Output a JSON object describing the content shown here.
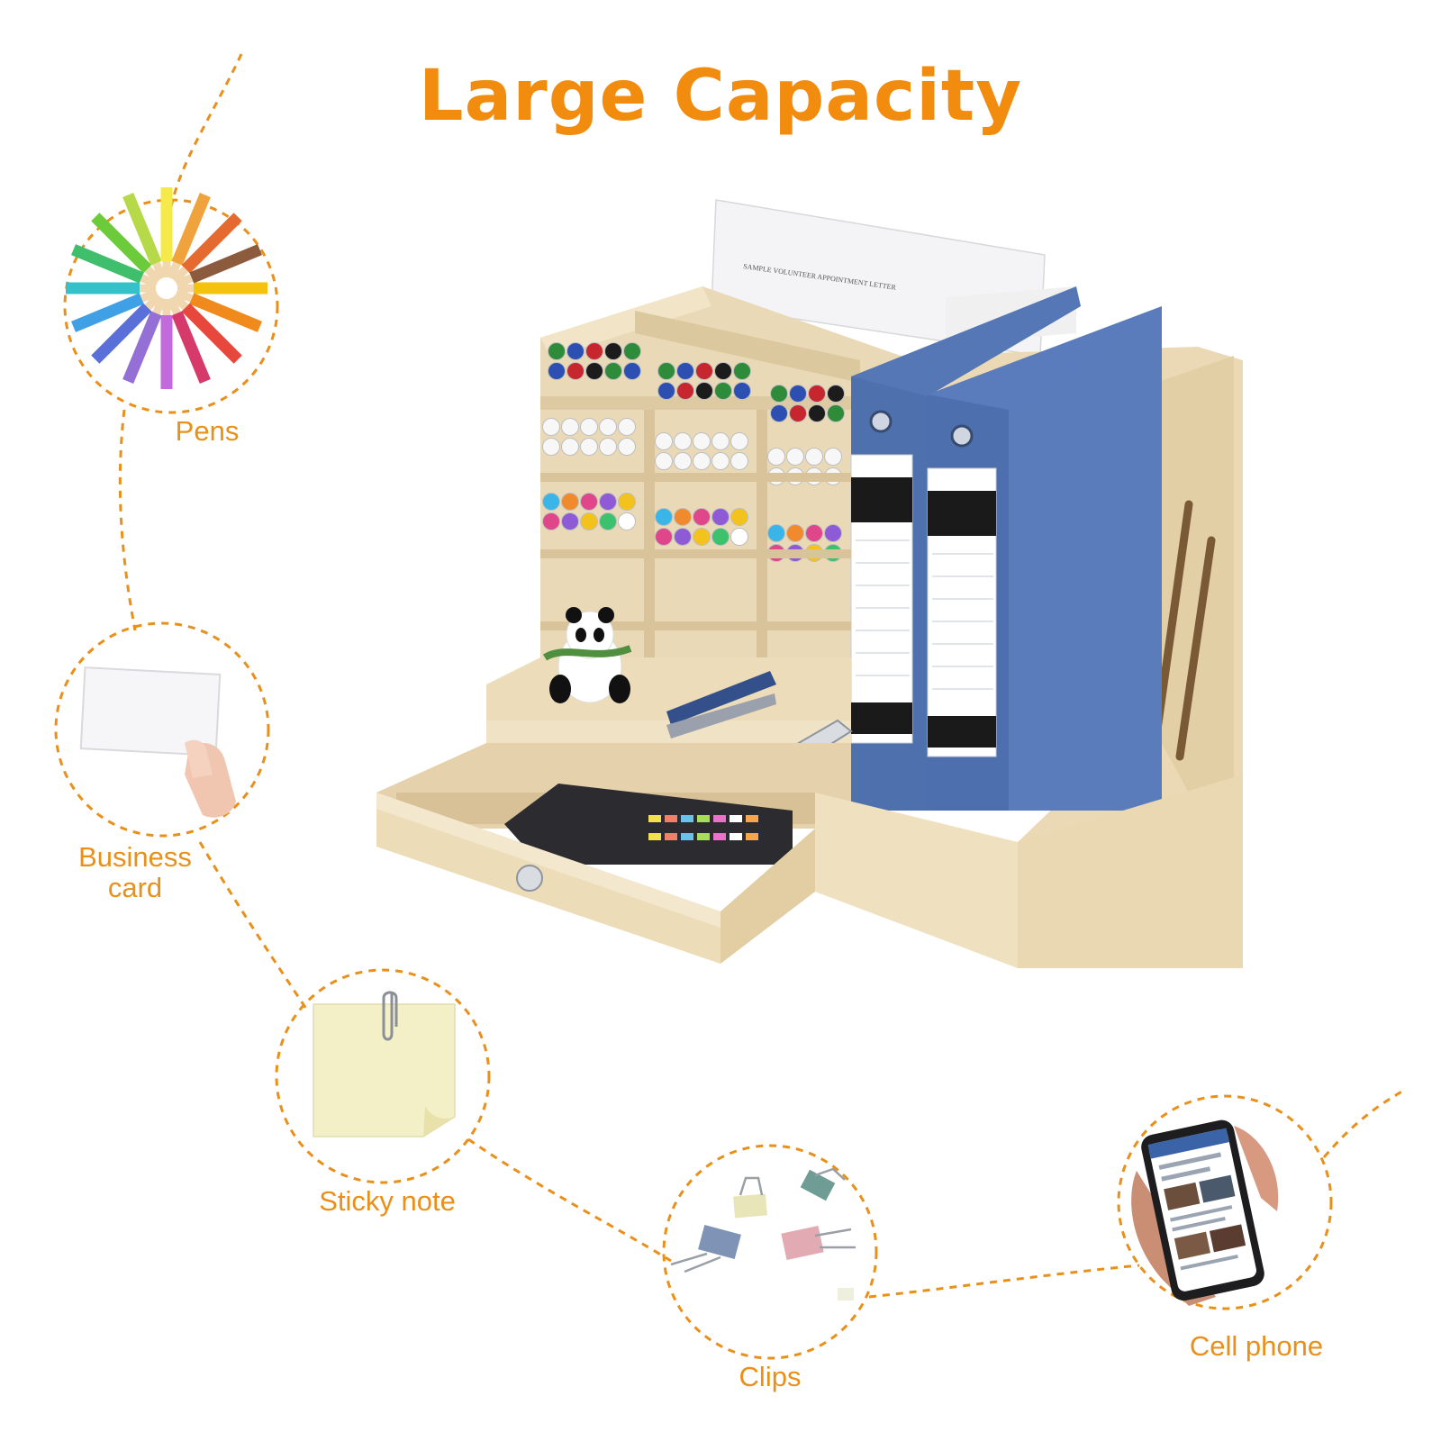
{
  "title": "Large Capacity",
  "accent_color": "#F28C0F",
  "items": [
    {
      "label": "Pens",
      "icon": "colored-pencils-icon"
    },
    {
      "label": "Business card",
      "label_lines": [
        "Business",
        "card"
      ],
      "icon": "business-card-icon"
    },
    {
      "label": "Sticky note",
      "icon": "sticky-note-icon"
    },
    {
      "label": "Clips",
      "icon": "binder-clips-icon"
    },
    {
      "label": "Cell phone",
      "icon": "cell-phone-icon"
    }
  ],
  "document_text": "SAMPLE VOLUNTEER APPOINTMENT LETTER"
}
